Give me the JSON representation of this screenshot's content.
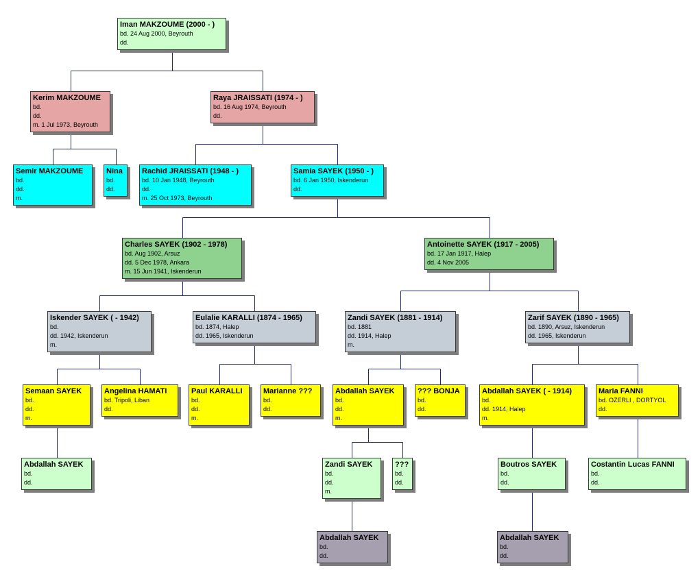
{
  "colors": {
    "pale-green": "#ccffcc",
    "pink": "#e5a5a5",
    "cyan": "#00ffff",
    "green": "#8fd18f",
    "blue-gray": "#c5cdd7",
    "yellow": "#ffff00",
    "gray-purple": "#a59faf",
    "connector": "#1f2a7a"
  },
  "persons": [
    {
      "name": "Iman MAKZOUME (2000 - )",
      "lines": [
        "bd. 24 Aug 2000, Beyrouth",
        "dd."
      ]
    },
    {
      "name": "Kerim MAKZOUME",
      "lines": [
        "bd.",
        "dd.",
        "m. 1 Jul 1973, Beyrouth"
      ]
    },
    {
      "name": "Raya JRAISSATI (1974 - )",
      "lines": [
        "bd. 16 Aug 1974, Beyrouth",
        "dd."
      ]
    },
    {
      "name": "Semir MAKZOUME",
      "lines": [
        "bd.",
        "dd.",
        "m."
      ]
    },
    {
      "name": "Nina",
      "lines": [
        "bd.",
        "dd."
      ]
    },
    {
      "name": "Rachid JRAISSATI (1948 - )",
      "lines": [
        "bd. 10 Jan 1948, Beyrouth",
        "dd.",
        "m. 25 Oct 1973, Beyrouth"
      ]
    },
    {
      "name": "Samia SAYEK (1950 - )",
      "lines": [
        "bd. 6 Jan 1950, Iskenderun",
        "dd."
      ]
    },
    {
      "name": "Charles SAYEK (1902 - 1978)",
      "lines": [
        "bd. Aug 1902, Arsuz",
        "dd. 5 Dec 1978, Ankara",
        "m. 15 Jun 1941, Iskenderun"
      ]
    },
    {
      "name": "Antoinette SAYEK (1917 - 2005)",
      "lines": [
        "bd. 17 Jan 1917, Halep",
        "dd. 4 Nov 2005"
      ]
    },
    {
      "name": "Iskender SAYEK ( - 1942)",
      "lines": [
        "bd.",
        "dd. 1942, Iskenderun",
        "m."
      ]
    },
    {
      "name": "Eulalie KARALLI (1874 - 1965)",
      "lines": [
        "bd. 1874, Halep",
        "dd. 1965, Iskenderun"
      ]
    },
    {
      "name": "Zandi SAYEK (1881 - 1914)",
      "lines": [
        "bd. 1881",
        "dd. 1914, Halep",
        "m."
      ]
    },
    {
      "name": "Zarif SAYEK (1890 - 1965)",
      "lines": [
        "bd. 1890, Arsuz, Iskenderun",
        "dd. 1965, Iskenderun"
      ]
    },
    {
      "name": "Semaan SAYEK",
      "lines": [
        "bd.",
        "dd.",
        "m."
      ]
    },
    {
      "name": "Angelina HAMATI",
      "lines": [
        "bd. Tripoli, Liban",
        "dd."
      ]
    },
    {
      "name": "Paul KARALLI",
      "lines": [
        "bd.",
        "dd.",
        "m."
      ]
    },
    {
      "name": "Marianne ???",
      "lines": [
        "bd.",
        "dd."
      ]
    },
    {
      "name": "Abdallah SAYEK",
      "lines": [
        "bd.",
        "dd.",
        "m."
      ]
    },
    {
      "name": "??? BONJA",
      "lines": [
        "bd.",
        "dd."
      ]
    },
    {
      "name": "Abdallah SAYEK ( - 1914)",
      "lines": [
        "bd.",
        "dd. 1914, Halep",
        "m."
      ]
    },
    {
      "name": "Maria FANNI",
      "lines": [
        "bd. OZERLI , DORTYOL",
        "dd."
      ]
    },
    {
      "name": "Abdallah SAYEK",
      "lines": [
        "bd.",
        "dd."
      ]
    },
    {
      "name": "Zandi SAYEK",
      "lines": [
        "bd.",
        "dd.",
        "m."
      ]
    },
    {
      "name": "???",
      "lines": [
        "bd.",
        "dd."
      ]
    },
    {
      "name": "Boutros SAYEK",
      "lines": [
        "bd.",
        "dd."
      ]
    },
    {
      "name": "Costantin Lucas FANNI",
      "lines": [
        "bd.",
        "dd."
      ]
    },
    {
      "name": "Abdallah SAYEK",
      "lines": [
        "bd.",
        "dd."
      ]
    },
    {
      "name": "Abdallah SAYEK",
      "lines": [
        "bd.",
        "dd."
      ]
    }
  ]
}
